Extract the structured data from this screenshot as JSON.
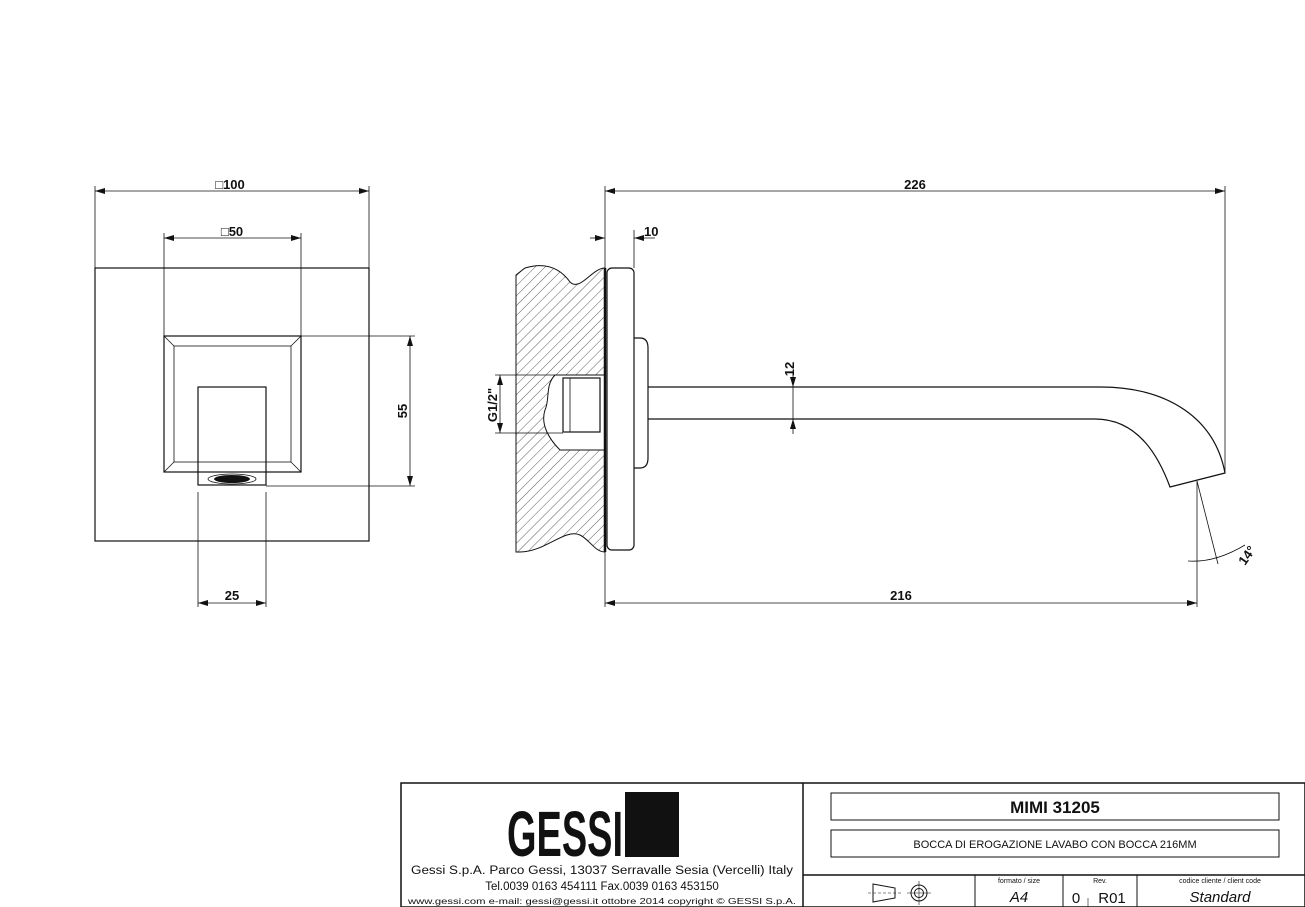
{
  "drawing": {
    "front_view": {
      "dim_outer": "□100",
      "dim_inner": "□50",
      "dim_height": "55",
      "dim_spout_width": "25"
    },
    "side_view": {
      "dim_total_length": "226",
      "dim_plate_thickness": "10",
      "dim_pipe_diameter": "12",
      "dim_thread": "G1/2\"",
      "dim_projection": "216",
      "dim_angle": "14°"
    }
  },
  "title_block": {
    "logo_text": "GESSI",
    "company_address": "Gessi S.p.A. Parco Gessi, 13037 Serravalle Sesia (Vercelli) Italy",
    "phone_fax": "Tel.0039 0163 454111 Fax.0039 0163 453150",
    "web_line": "www.gessi.com  e-mail: gessi@gessi.it   ottobre 2014   copyright © GESSI S.p.A.",
    "product_name": "MIMI 31205",
    "product_description": "BOCCA DI EROGAZIONE LAVABO CON BOCCA 216MM",
    "format_label": "formato / size",
    "format_value": "A4",
    "rev_label": "Rev.",
    "rev_number": "0",
    "rev_value": "R01",
    "client_code_label": "codice cliente / client code",
    "client_code_value": "Standard"
  }
}
